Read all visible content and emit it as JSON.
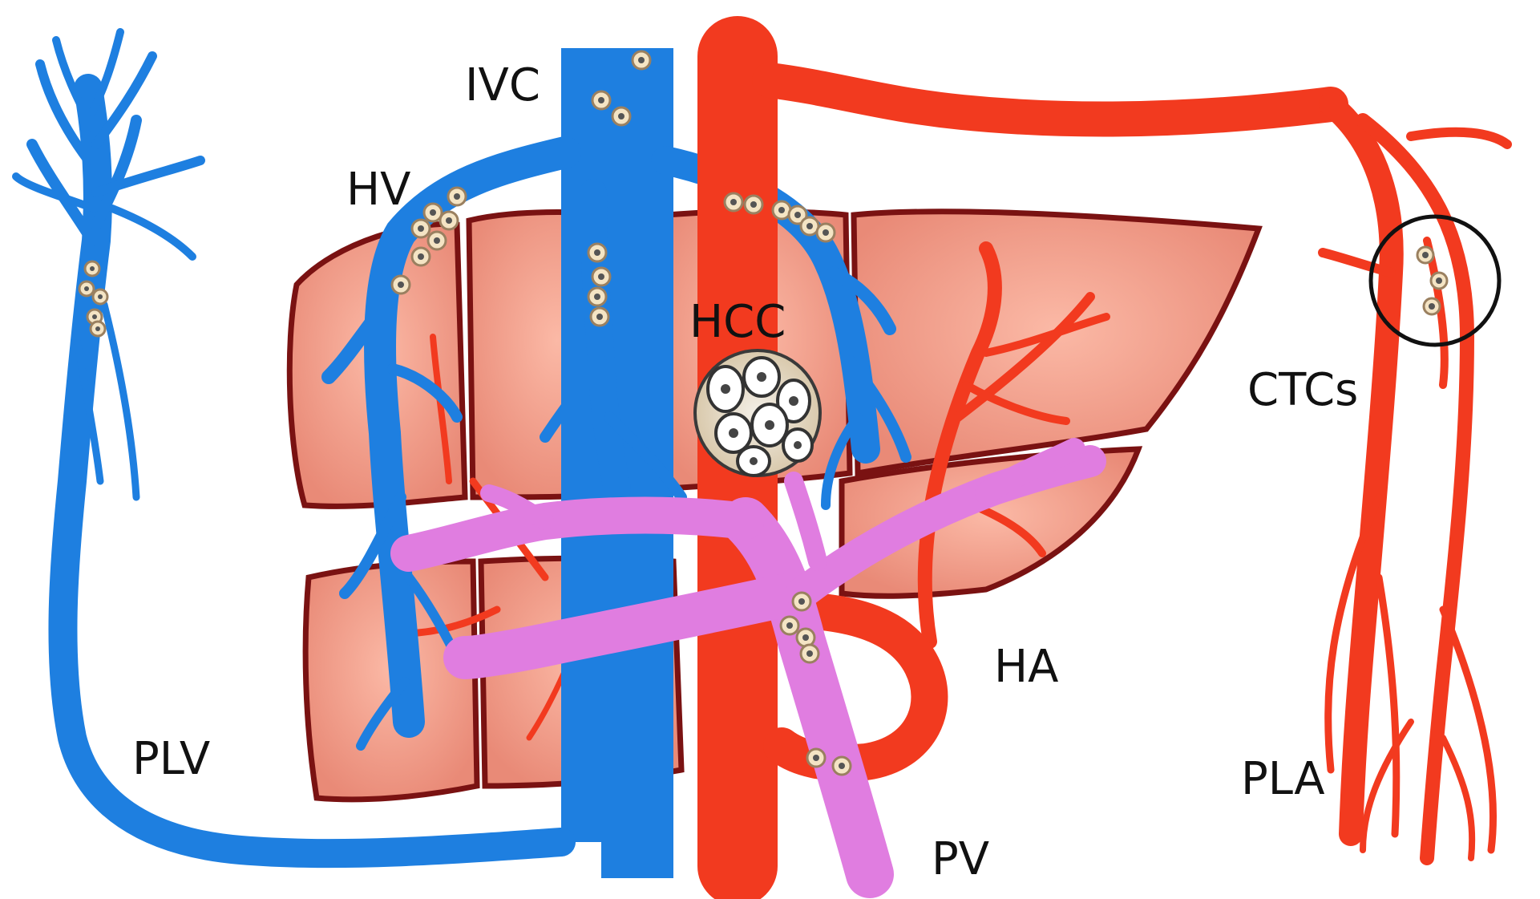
{
  "labels": {
    "ivc": "IVC",
    "hv": "HV",
    "hcc": "HCC",
    "ctcs": "CTCs",
    "ha": "HA",
    "plv": "PLV",
    "pla": "PLA",
    "pv": "PV"
  },
  "colors": {
    "vein_blue": "#1e7fe0",
    "artery_red": "#f23a1f",
    "portal_pink": "#e07de0",
    "liver_fill": "#f2a08c",
    "liver_outline": "#7a1212",
    "tumor_fill": "#e9e1d2"
  }
}
